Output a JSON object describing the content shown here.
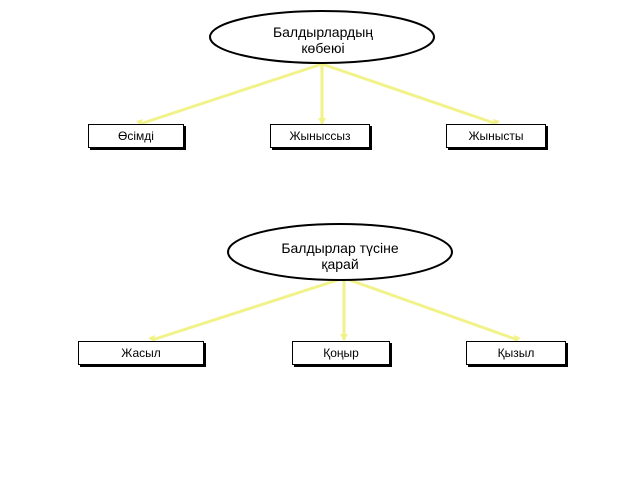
{
  "diagrams": [
    {
      "root": "Балдырлардың көбеюі",
      "children": [
        "Өсімді",
        "Жыныссыз",
        "Жынысты"
      ]
    },
    {
      "root": "Балдырлар түсіне қарай",
      "children": [
        "Жасыл",
        "Қоңыр",
        "Қызыл"
      ]
    }
  ],
  "colors": {
    "connector": "#f2f28a",
    "stroke": "#000000"
  }
}
